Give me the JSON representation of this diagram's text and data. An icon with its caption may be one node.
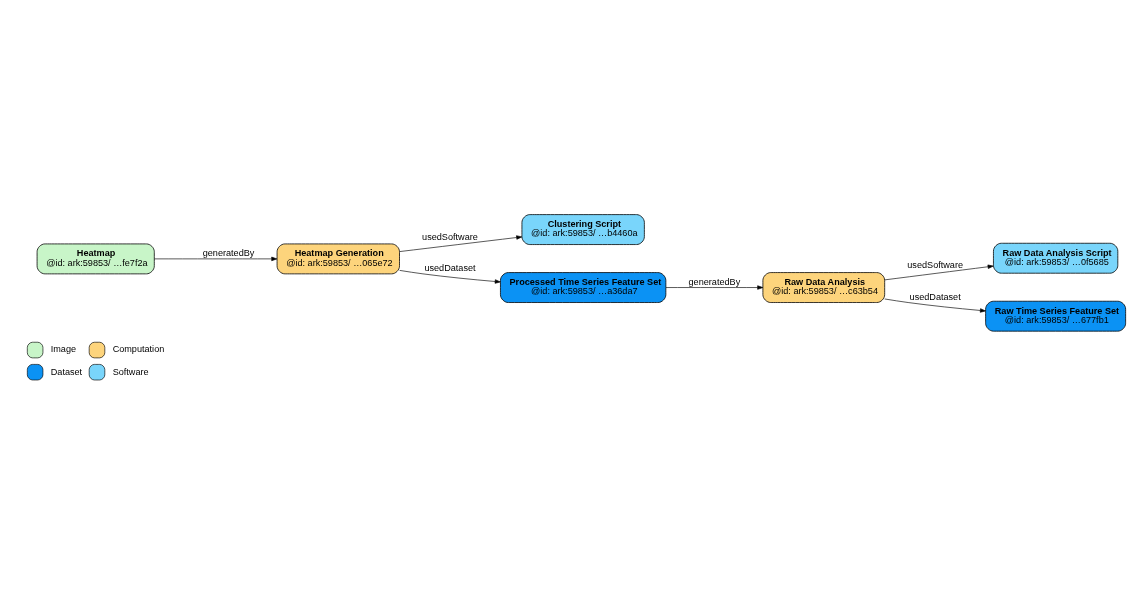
{
  "diagram": {
    "nodes": [
      {
        "text": [
          "Heatmap",
          "@id: ark:59853/ …fe7f2a"
        ]
      },
      {
        "text": [
          "Heatmap Generation",
          "@id: ark:59853/ …065e72"
        ]
      },
      {
        "text": [
          "Clustering Script",
          "@id: ark:59853/ …b4460a"
        ]
      },
      {
        "text": [
          "Processed Time Series Feature Set",
          "@id: ark:59853/ …a36da7"
        ]
      },
      {
        "text": [
          "Raw Data Analysis",
          "@id: ark:59853/ …c63b54"
        ]
      },
      {
        "text": [
          "Raw Data Analysis Script",
          "@id: ark:59853/ …0f5685"
        ]
      },
      {
        "text": [
          "Raw Time Series Feature Set",
          "@id: ark:59853/ …677fb1"
        ]
      }
    ],
    "edges": [
      {
        "from": 0,
        "to": 1,
        "arrow": "to",
        "label": "generatedBy"
      },
      {
        "from": 1,
        "to": 2,
        "arrow": "to",
        "label": "usedSoftware"
      },
      {
        "from": 1,
        "to": 3,
        "arrow": "to",
        "label": "usedDataset"
      },
      {
        "from": 3,
        "to": 4,
        "arrow": "to",
        "label": "generatedBy"
      },
      {
        "from": 4,
        "to": 5,
        "arrow": "to",
        "label": "usedSoftware"
      },
      {
        "from": 4,
        "to": 6,
        "arrow": "to",
        "label": "usedDataset"
      }
    ],
    "legend": [
      {
        "text": "Image",
        "color": "#c8f5c8"
      },
      {
        "text": "Computation",
        "color": "#fdd47c"
      },
      {
        "text": "Dataset",
        "color": "#0b92f4"
      },
      {
        "text": "Software",
        "color": "#79d5fb"
      }
    ]
  }
}
